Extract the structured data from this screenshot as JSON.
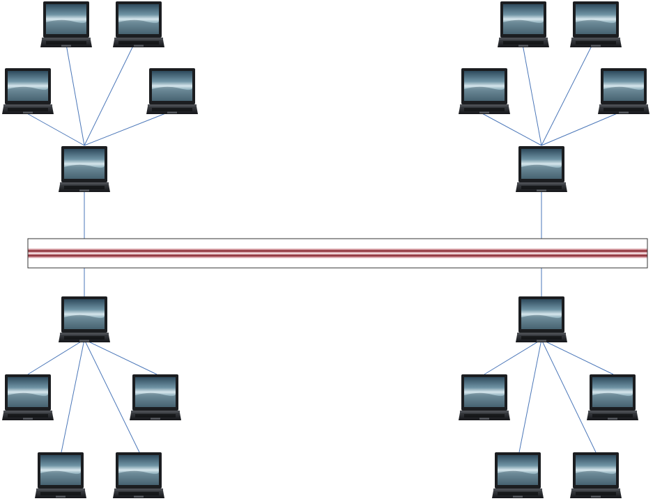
{
  "diagram": {
    "kind": "network topology",
    "backbone": {
      "stripe_colors": [
        "#7a1e24",
        "#c98088",
        "#ffffff"
      ]
    },
    "connector_color": "#4a76b8",
    "laptop_palette": {
      "bezel": "#1b1d20",
      "screen_top": "#2e4a5c",
      "screen_mid": "#b9d2dc",
      "screen_bottom": "#4e6a78",
      "base": "#2a2c30"
    },
    "clusters": [
      {
        "name": "top-left",
        "hub": "hub-top-left",
        "node_count": 4
      },
      {
        "name": "top-right",
        "hub": "hub-top-right",
        "node_count": 4
      },
      {
        "name": "bottom-left",
        "hub": "hub-bottom-left",
        "node_count": 4
      },
      {
        "name": "bottom-right",
        "hub": "hub-bottom-right",
        "node_count": 4
      }
    ]
  }
}
